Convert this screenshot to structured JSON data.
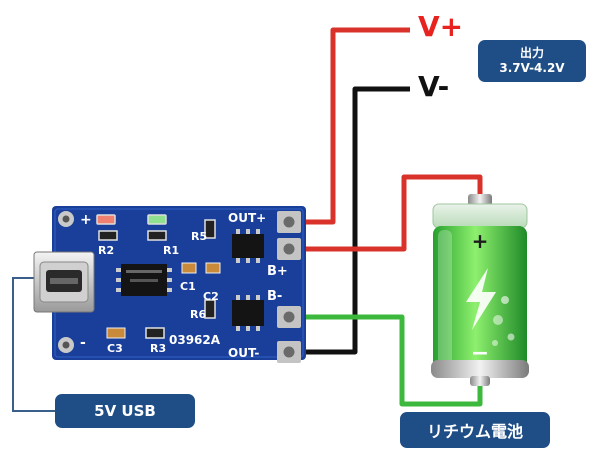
{
  "labels": {
    "v_plus": "V+",
    "v_minus": "V-",
    "output_title": "出力",
    "output_range": "3.7V-4.2V",
    "usb": "5V USB",
    "battery": "リチウム電池"
  },
  "pcb": {
    "plus_mark": "+",
    "minus_mark": "-",
    "r1": "R1",
    "r2": "R2",
    "r3": "R3",
    "r5": "R5",
    "r6": "R6",
    "c1": "C1",
    "c2": "C2",
    "c3": "C3",
    "out_plus": "OUT+",
    "out_minus": "OUT-",
    "b_plus": "B+",
    "b_minus": "B-",
    "model": "03962A"
  },
  "battery_marks": {
    "plus": "+",
    "minus": "−"
  },
  "colors": {
    "v_plus": "#e8231f",
    "wire_red": "#d8322a",
    "wire_black": "#111111",
    "wire_green": "#3cb83c",
    "pcb": "#1a3f9a",
    "badge": "#1f4e86"
  }
}
